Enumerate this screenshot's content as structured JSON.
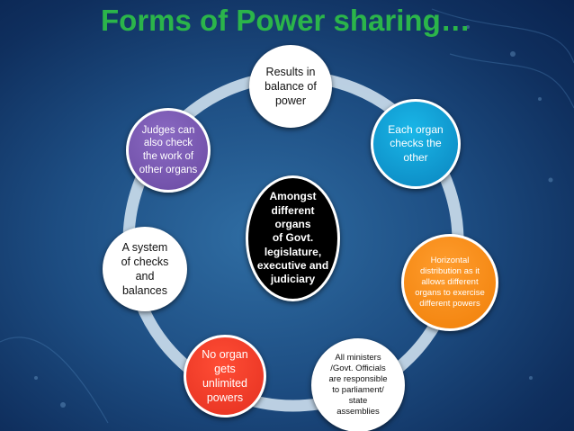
{
  "title": "Forms of Power sharing…",
  "colors": {
    "background": "#1d4d82",
    "title": "#2bb54a",
    "ring": "#c9dbea",
    "center": "#000000",
    "blue_node": "#0a9fd8",
    "orange_node": "#f7891a",
    "red_node": "#ef3b26",
    "purple_node": "#7b5ab5",
    "white_node": "#ffffff"
  },
  "diagram": {
    "center": {
      "lines": [
        "Amongst",
        "different organs",
        "of Govt.",
        "legislature,",
        "executive and",
        "judiciary"
      ]
    },
    "nodes": [
      {
        "id": "top",
        "lines": [
          "Results in",
          "balance of",
          "power"
        ]
      },
      {
        "id": "top-right",
        "lines": [
          "Each organ",
          "checks the",
          "other"
        ]
      },
      {
        "id": "right",
        "lines": [
          "Horizontal",
          "distribution as it",
          "allows different",
          "organs to exercise",
          "different powers"
        ]
      },
      {
        "id": "bottom-right",
        "lines": [
          "All ministers",
          "/Govt. Officials",
          "are responsible",
          "to parliament/",
          "state",
          "assemblies"
        ]
      },
      {
        "id": "bottom-left",
        "lines": [
          "No organ",
          "gets",
          "unlimited",
          "powers"
        ]
      },
      {
        "id": "left",
        "lines": [
          "A system",
          "of checks",
          "and",
          "balances"
        ]
      },
      {
        "id": "top-left",
        "lines": [
          "Judges can",
          "also check",
          "the work of",
          "other organs"
        ]
      }
    ]
  }
}
